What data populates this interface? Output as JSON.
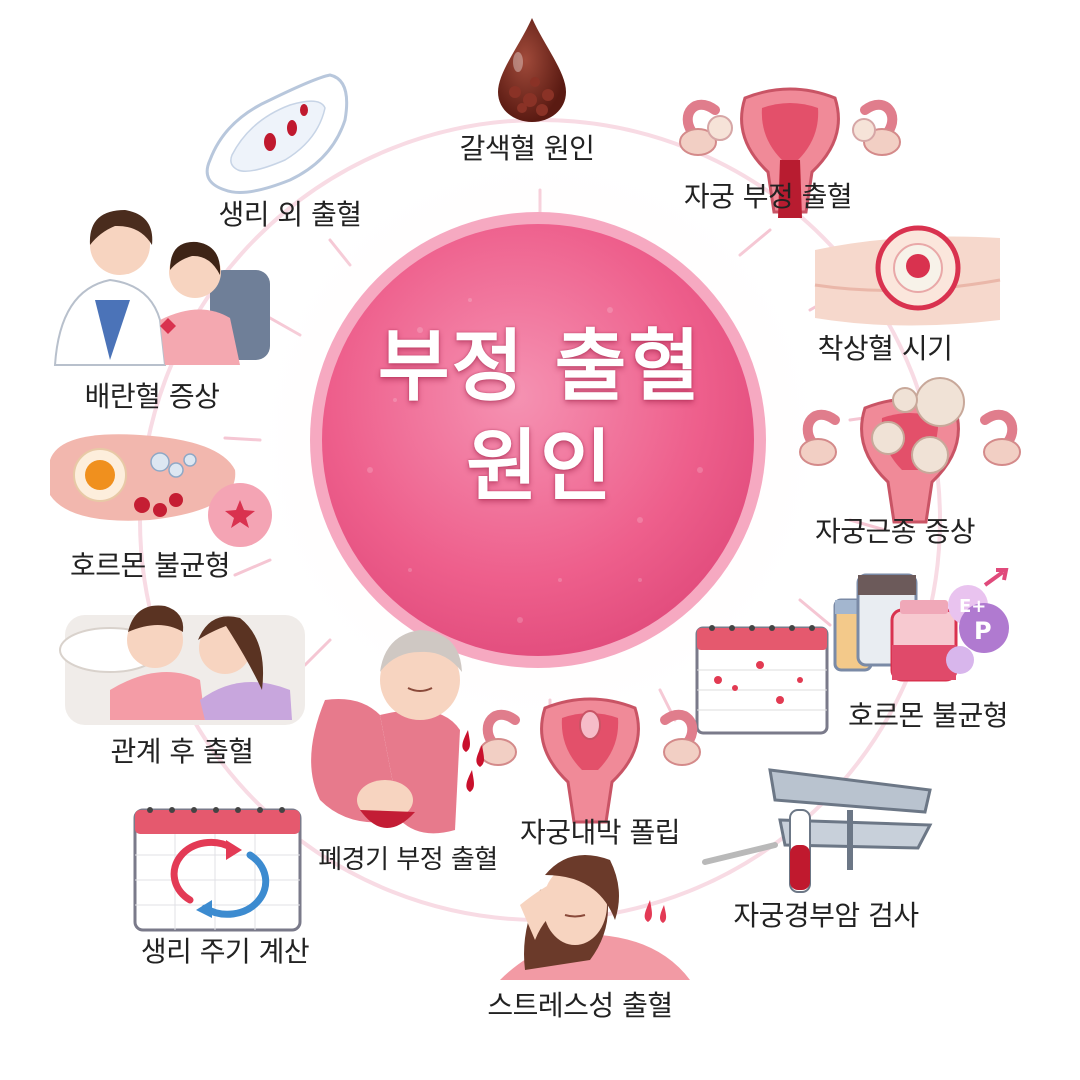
{
  "title": {
    "line1": "부정 출혈",
    "line2": "원인"
  },
  "topics": [
    {
      "label": "갈색혈 원인",
      "icon": "blood-drop-icon"
    },
    {
      "label": "자궁 부정 출혈",
      "icon": "uterus-bleeding-icon"
    },
    {
      "label": "착상혈 시기",
      "icon": "implantation-icon"
    },
    {
      "label": "자궁근종 증상",
      "icon": "uterus-fibroid-icon"
    },
    {
      "label": "호르몬 불균형",
      "icon": "hormone-medicine-icon"
    },
    {
      "label": "자궁경부암 검사",
      "icon": "speculum-test-icon"
    },
    {
      "label": "스트레스성 출혈",
      "icon": "stressed-woman-icon"
    },
    {
      "label": "자궁내막 폴립",
      "icon": "uterus-polyp-icon"
    },
    {
      "label": "폐경기 부정 출혈",
      "icon": "menopause-woman-icon"
    },
    {
      "label": "생리 주기 계산",
      "icon": "cycle-calendar-icon"
    },
    {
      "label": "관계 후 출혈",
      "icon": "couple-icon"
    },
    {
      "label": "호르몬 불균형",
      "icon": "ovary-hormone-icon"
    },
    {
      "label": "배란혈 증상",
      "icon": "doctor-patient-icon"
    },
    {
      "label": "생리 외 출혈",
      "icon": "pad-icon"
    }
  ],
  "calendar_marks": [
    "E+",
    "P"
  ],
  "colors": {
    "center": "#ee5f8c",
    "accent": "#d9324f",
    "ray": "#f5c6d3"
  }
}
